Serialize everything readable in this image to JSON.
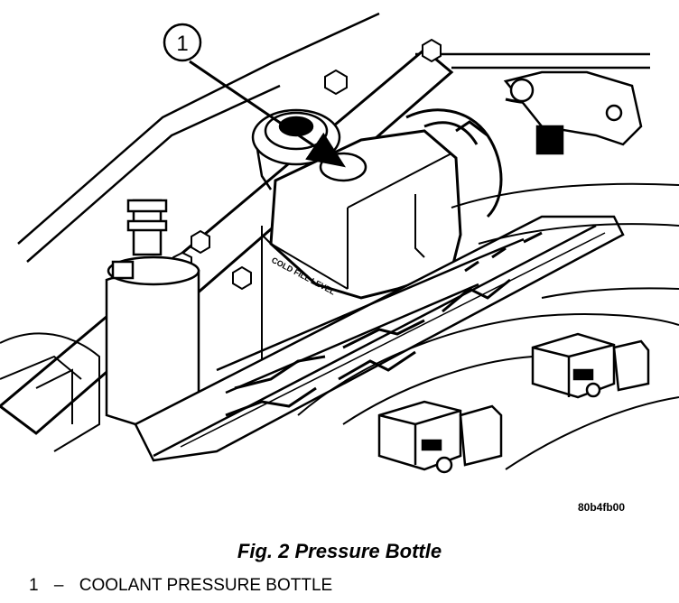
{
  "figure": {
    "callout_number": "1",
    "embossed_label": "COLD FILL LEVEL",
    "drawing_code": "80b4fb00",
    "caption": "Fig. 2 Pressure Bottle"
  },
  "legend": [
    {
      "number": "1",
      "separator": "–",
      "label": "COOLANT PRESSURE BOTTLE"
    }
  ]
}
